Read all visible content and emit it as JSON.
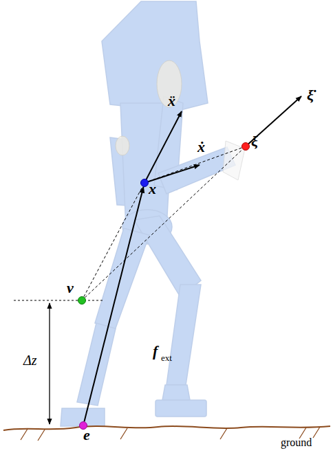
{
  "diagram": {
    "nodes": [
      {
        "text": [
          "ξ"
        ]
      },
      {
        "text": [
          "x"
        ]
      },
      {
        "text": [
          "v"
        ]
      },
      {
        "text": [
          "e"
        ]
      }
    ],
    "edges": [
      {
        "from": 3,
        "to": 1,
        "arrow": "to"
      },
      {
        "from": 1,
        "to": 0,
        "arrow": "none"
      },
      {
        "from": 2,
        "to": 1,
        "arrow": "none"
      },
      {
        "from": 2,
        "to": 0,
        "arrow": "none"
      }
    ],
    "labels": [
      "ẍ",
      "ẋ",
      "ξ̇",
      "f",
      "ext",
      "Δz",
      "ground"
    ]
  }
}
